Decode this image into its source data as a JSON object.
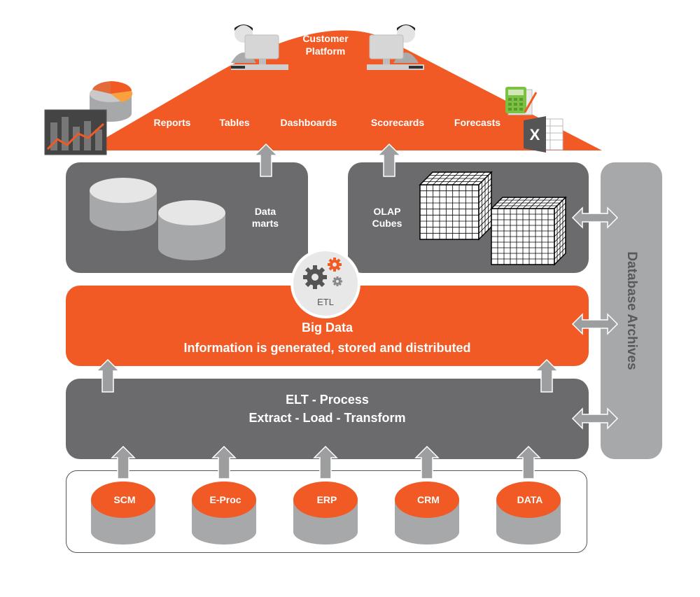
{
  "platform": {
    "title": "Customer Platform",
    "title_line1": "Customer",
    "title_line2": "Platform",
    "outputs": [
      "Reports",
      "Tables",
      "Dashboards",
      "Scorecards",
      "Forecasts"
    ]
  },
  "storage": {
    "data_marts_line1": "Data",
    "data_marts_line2": "marts",
    "olap_line1": "OLAP",
    "olap_line2": "Cubes"
  },
  "etl": {
    "label": "ETL"
  },
  "big_data": {
    "title": "Big Data",
    "subtitle": "Information is generated, stored and distributed"
  },
  "elt": {
    "title": "ELT - Process",
    "subtitle": "Extract - Load - Transform"
  },
  "archives": {
    "label": "Database Archives"
  },
  "sources": [
    "SCM",
    "E-Proc",
    "ERP",
    "CRM",
    "DATA"
  ],
  "colors": {
    "orange": "#f15a24",
    "dark_gray": "#6b6b6d",
    "light_gray": "#a7a8aa",
    "arrow_gray": "#9d9ea0"
  }
}
